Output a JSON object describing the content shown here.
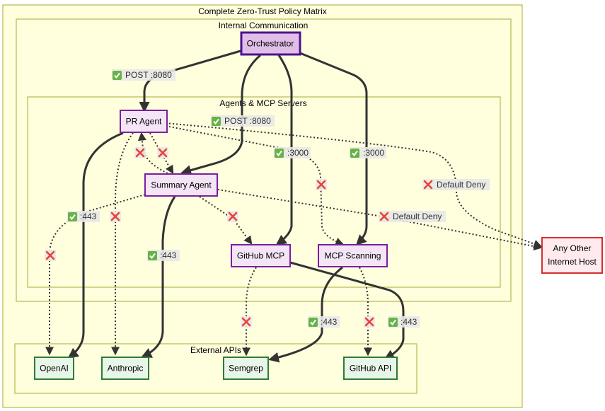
{
  "diagram": {
    "title": "Complete Zero-Trust Policy Matrix",
    "clusters": {
      "internal": "Internal Communication",
      "agents": "Agents & MCP Servers",
      "external": "External APIs"
    },
    "nodes": {
      "orchestrator": "Orchestrator",
      "pr_agent": "PR Agent",
      "summary_agent": "Summary Agent",
      "github_mcp": "GitHub MCP",
      "mcp_scanning": "MCP Scanning",
      "openai": "OpenAI",
      "anthropic": "Anthropic",
      "semgrep": "Semgrep",
      "github_api": "GitHub API",
      "internet": [
        "Any Other",
        "Internet Host"
      ]
    },
    "edges": [
      {
        "id": "e1",
        "from": "Orchestrator",
        "to": "PR Agent",
        "status": "allow",
        "label": "POST :8080"
      },
      {
        "id": "e2",
        "from": "Orchestrator",
        "to": "Summary Agent",
        "status": "allow",
        "label": "POST :8080"
      },
      {
        "id": "e3",
        "from": "Orchestrator",
        "to": "GitHub MCP",
        "status": "allow",
        "label": ":3000"
      },
      {
        "id": "e4",
        "from": "Orchestrator",
        "to": "MCP Scanning",
        "status": "allow",
        "label": ":3000"
      },
      {
        "id": "e5",
        "from": "Summary Agent",
        "to": "PR Agent",
        "status": "deny",
        "label": ""
      },
      {
        "id": "e6",
        "from": "PR Agent",
        "to": "Summary Agent",
        "status": "deny",
        "label": ""
      },
      {
        "id": "e7",
        "from": "PR Agent",
        "to": "MCP Scanning",
        "status": "deny",
        "label": ""
      },
      {
        "id": "e8",
        "from": "Summary Agent",
        "to": "GitHub MCP",
        "status": "deny",
        "label": ""
      },
      {
        "id": "e9",
        "from": "PR Agent",
        "to": "Any Other Internet Host",
        "status": "deny",
        "label": "Default Deny"
      },
      {
        "id": "e10",
        "from": "Summary Agent",
        "to": "Any Other Internet Host",
        "status": "deny",
        "label": "Default Deny"
      },
      {
        "id": "e11",
        "from": "PR Agent",
        "to": "OpenAI",
        "status": "allow",
        "label": ""
      },
      {
        "id": "e12",
        "from": "PR Agent",
        "to": "Anthropic",
        "status": "deny",
        "label": ""
      },
      {
        "id": "e13",
        "from": "Summary Agent",
        "to": "OpenAI",
        "status": "deny",
        "label": ":443"
      },
      {
        "id": "e14",
        "from": "Summary Agent",
        "to": "Anthropic",
        "status": "allow",
        "label": ":443"
      },
      {
        "id": "e15",
        "from": "GitHub MCP",
        "to": "Semgrep",
        "status": "deny",
        "label": ""
      },
      {
        "id": "e16",
        "from": "GitHub MCP",
        "to": "GitHub API",
        "status": "allow",
        "label": ":443"
      },
      {
        "id": "e17",
        "from": "MCP Scanning",
        "to": "Semgrep",
        "status": "allow",
        "label": ":443"
      },
      {
        "id": "e18",
        "from": "MCP Scanning",
        "to": "GitHub API",
        "status": "deny",
        "label": ""
      }
    ],
    "edge_labels": {
      "l_pr_post": "POST :8080",
      "l_sum_post": "POST :8080",
      "l_ghmcp_3000": ":3000",
      "l_scan_3000": ":3000",
      "l_deny1": "Default Deny",
      "l_deny2": "Default Deny",
      "l_sum_openai": ":443",
      "l_sum_anthropic": ":443",
      "l_scan_semgrep": ":443",
      "l_gh_api": ":443"
    },
    "colors": {
      "cluster_fill": "#ffffde",
      "cluster_stroke": "#aaaa33",
      "agent_fill": "#f3e5f5",
      "agent_stroke": "#7b1fa2",
      "orchestrator_fill": "#e1bee7",
      "orchestrator_stroke": "#4a148c",
      "external_fill": "#e8f5e9",
      "external_stroke": "#2e7d32",
      "deny_node_fill": "#ffebee",
      "deny_node_stroke": "#d32f2f",
      "allow_icon": "#67b346",
      "deny_icon": "#ea4335"
    }
  }
}
